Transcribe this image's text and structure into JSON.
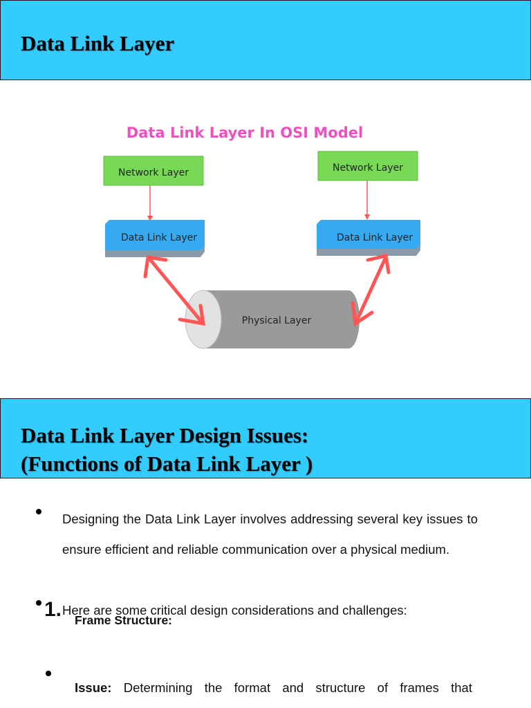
{
  "slide1": {
    "title": "Data Link Layer",
    "diagram": {
      "heading": "Data Link Layer In OSI Model",
      "left_network": "Network Layer",
      "right_network": "Network Layer",
      "left_datalink": "Data Link Layer",
      "right_datalink": "Data Link Layer",
      "physical": "Physical Layer",
      "colors": {
        "heading": "#f04fc0",
        "network_box": "#77d955",
        "datalink_box": "#35a9f2",
        "physical_cylinder": "#9a9a9a",
        "arrow": "#ff5555"
      }
    }
  },
  "slide2": {
    "title_line1": "Data Link Layer Design Issues:",
    "title_line2": "(Functions of Data Link Layer )",
    "para1": "Designing the Data Link Layer involves addressing several key issues to ensure efficient and reliable communication over a physical medium.",
    "para2": "Here are some critical design considerations and challenges:",
    "list_number": "1.",
    "item1_title": "Frame Structure:",
    "issue_label": "Issue:",
    "issue_text": "Determining the format and structure of frames that encapsulate data from the Network Layer."
  },
  "colors": {
    "title_bar": "#33ccff"
  }
}
